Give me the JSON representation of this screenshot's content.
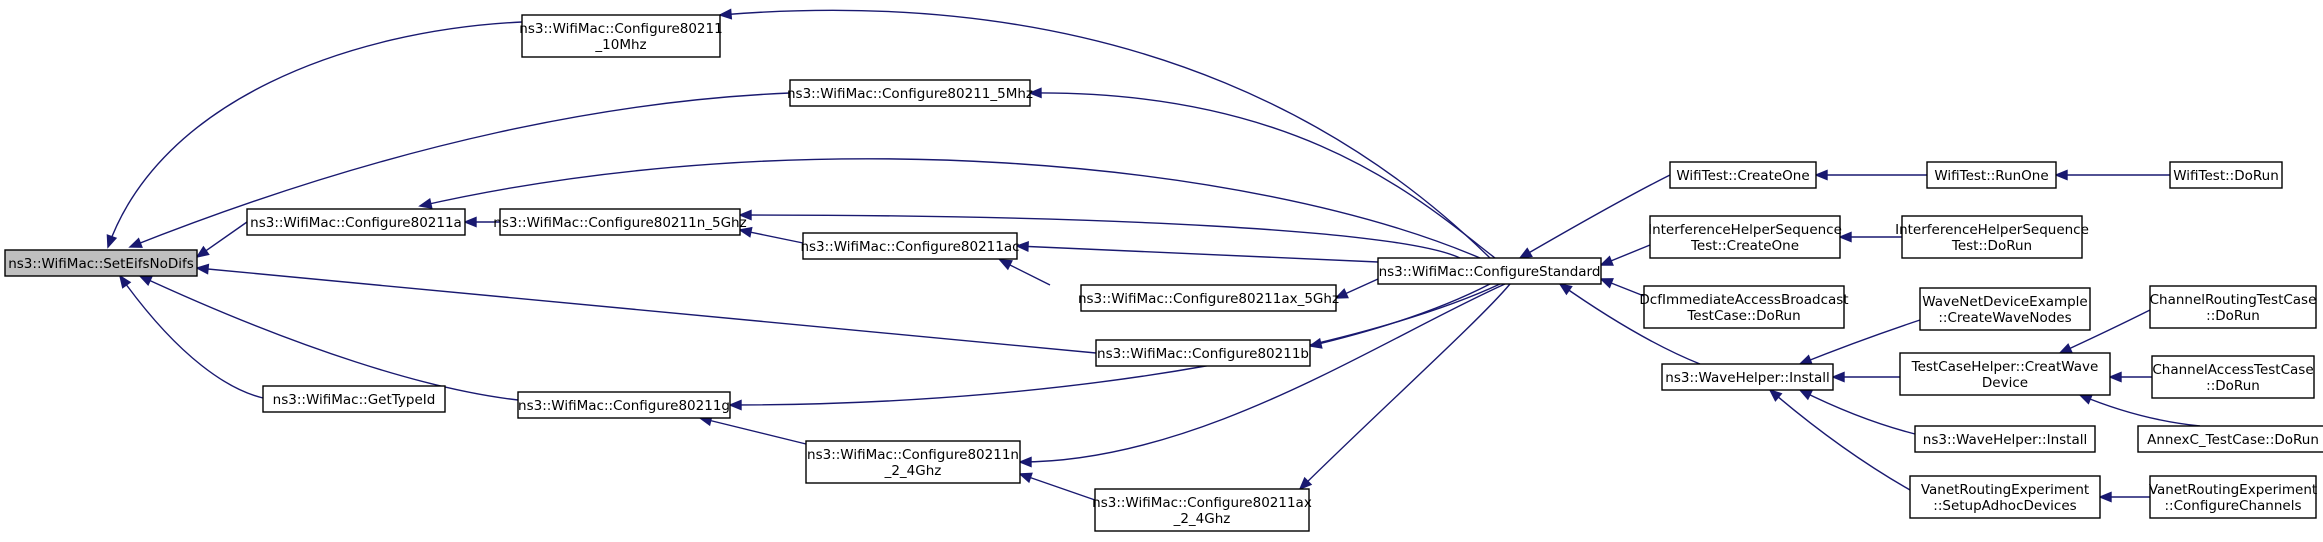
{
  "graph": {
    "root": "n0",
    "colors": {
      "edge": "#191970",
      "root_fill": "#bfbfbf",
      "node_fill": "#ffffff",
      "border": "#000000"
    },
    "nodes": [
      {
        "id": "n0",
        "lines": [
          "ns3::WifiMac::SetEifsNoDifs"
        ],
        "root": true
      },
      {
        "id": "n1",
        "lines": [
          "ns3::WifiMac::Configure80211",
          "_10Mhz"
        ]
      },
      {
        "id": "n2",
        "lines": [
          "ns3::WifiMac::Configure80211_5Mhz"
        ]
      },
      {
        "id": "n3",
        "lines": [
          "ns3::WifiMac::Configure80211a"
        ]
      },
      {
        "id": "n4",
        "lines": [
          "ns3::WifiMac::Configure80211n_5Ghz"
        ]
      },
      {
        "id": "n5",
        "lines": [
          "ns3::WifiMac::Configure80211ac"
        ]
      },
      {
        "id": "n6",
        "lines": [
          "ns3::WifiMac::Configure80211ax_5Ghz"
        ]
      },
      {
        "id": "n7",
        "lines": [
          "ns3::WifiMac::Configure80211b"
        ]
      },
      {
        "id": "n8",
        "lines": [
          "ns3::WifiMac::GetTypeId"
        ]
      },
      {
        "id": "n9",
        "lines": [
          "ns3::WifiMac::Configure80211g"
        ]
      },
      {
        "id": "n10",
        "lines": [
          "ns3::WifiMac::Configure80211n",
          "_2_4Ghz"
        ]
      },
      {
        "id": "n11",
        "lines": [
          "ns3::WifiMac::Configure80211ax",
          "_2_4Ghz"
        ]
      },
      {
        "id": "n12",
        "lines": [
          "ns3::WifiMac::ConfigureStandard"
        ]
      },
      {
        "id": "n13",
        "lines": [
          "WifiTest::CreateOne"
        ]
      },
      {
        "id": "n14",
        "lines": [
          "InterferenceHelperSequence",
          "Test::CreateOne"
        ]
      },
      {
        "id": "n15",
        "lines": [
          "DcfImmediateAccessBroadcast",
          "TestCase::DoRun"
        ]
      },
      {
        "id": "n16",
        "lines": [
          "ns3::WaveHelper::Install"
        ]
      },
      {
        "id": "n17",
        "lines": [
          "WifiTest::RunOne"
        ]
      },
      {
        "id": "n18",
        "lines": [
          "InterferenceHelperSequence",
          "Test::DoRun"
        ]
      },
      {
        "id": "n19",
        "lines": [
          "WaveNetDeviceExample",
          "::CreateWaveNodes"
        ]
      },
      {
        "id": "n20",
        "lines": [
          "TestCaseHelper::CreatWave",
          "Device"
        ]
      },
      {
        "id": "n21",
        "lines": [
          "ns3::WaveHelper::Install"
        ]
      },
      {
        "id": "n22",
        "lines": [
          "VanetRoutingExperiment",
          "::SetupAdhocDevices"
        ]
      },
      {
        "id": "n23",
        "lines": [
          "WifiTest::DoRun"
        ]
      },
      {
        "id": "n24",
        "lines": [
          "ChannelRoutingTestCase",
          "::DoRun"
        ]
      },
      {
        "id": "n25",
        "lines": [
          "ChannelAccessTestCase",
          "::DoRun"
        ]
      },
      {
        "id": "n26",
        "lines": [
          "AnnexC_TestCase::DoRun"
        ]
      },
      {
        "id": "n27",
        "lines": [
          "VanetRoutingExperiment",
          "::ConfigureChannels"
        ]
      }
    ],
    "edges": [
      {
        "from": "n1",
        "to": "n0"
      },
      {
        "from": "n2",
        "to": "n0"
      },
      {
        "from": "n3",
        "to": "n0"
      },
      {
        "from": "n7",
        "to": "n0"
      },
      {
        "from": "n8",
        "to": "n0"
      },
      {
        "from": "n9",
        "to": "n0"
      },
      {
        "from": "n4",
        "to": "n3"
      },
      {
        "from": "n12",
        "to": "n3"
      },
      {
        "from": "n5",
        "to": "n4"
      },
      {
        "from": "n12",
        "to": "n4"
      },
      {
        "from": "n6",
        "to": "n5"
      },
      {
        "from": "n12",
        "to": "n5"
      },
      {
        "from": "n12",
        "to": "n6"
      },
      {
        "from": "n12",
        "to": "n1"
      },
      {
        "from": "n12",
        "to": "n2"
      },
      {
        "from": "n12",
        "to": "n7"
      },
      {
        "from": "n10",
        "to": "n9"
      },
      {
        "from": "n12",
        "to": "n9"
      },
      {
        "from": "n11",
        "to": "n10"
      },
      {
        "from": "n12",
        "to": "n10"
      },
      {
        "from": "n12",
        "to": "n11"
      },
      {
        "from": "n13",
        "to": "n12"
      },
      {
        "from": "n14",
        "to": "n12"
      },
      {
        "from": "n15",
        "to": "n12"
      },
      {
        "from": "n16",
        "to": "n12"
      },
      {
        "from": "n17",
        "to": "n13"
      },
      {
        "from": "n23",
        "to": "n17"
      },
      {
        "from": "n18",
        "to": "n14"
      },
      {
        "from": "n19",
        "to": "n16"
      },
      {
        "from": "n20",
        "to": "n16"
      },
      {
        "from": "n21",
        "to": "n16"
      },
      {
        "from": "n22",
        "to": "n16"
      },
      {
        "from": "n24",
        "to": "n20"
      },
      {
        "from": "n25",
        "to": "n20"
      },
      {
        "from": "n26",
        "to": "n20"
      },
      {
        "from": "n27",
        "to": "n22"
      }
    ]
  }
}
